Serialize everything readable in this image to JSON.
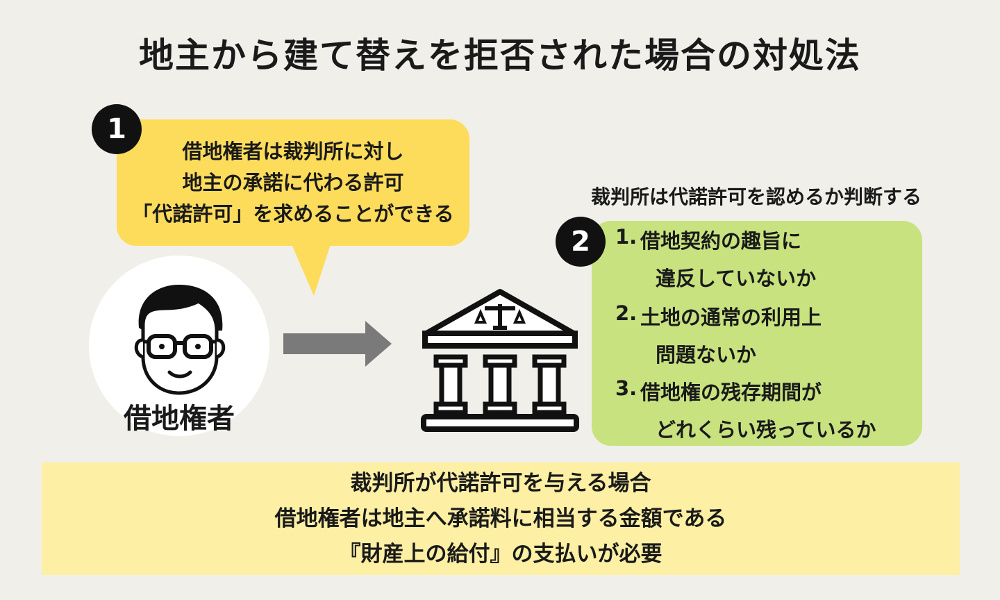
{
  "title": "地主から建て替えを拒否された場合の対処法",
  "step1": {
    "badge": "1",
    "lines": [
      "借地権者は裁判所に対し",
      "地主の承諾に代わる許可",
      "「代諾許可」を求めることができる"
    ]
  },
  "person": {
    "label": "借地権者",
    "icon": "person-with-glasses-icon"
  },
  "court": {
    "icon": "courthouse-scales-icon"
  },
  "step2": {
    "badge": "2",
    "caption": "裁判所は代諾許可を認めるか判断する",
    "criteria": [
      {
        "num": "1.",
        "line1": "借地契約の趣旨に",
        "line2": "違反していないか"
      },
      {
        "num": "2.",
        "line1": "土地の通常の利用上",
        "line2": "問題ないか"
      },
      {
        "num": "3.",
        "line1": "借地権の残存期間が",
        "line2": "どれくらい残っているか"
      }
    ]
  },
  "bottom": {
    "lines": [
      "裁判所が代諾許可を与える場合",
      "借地権者は地主へ承諾料に相当する金額である",
      "『財産上の給付』の支払いが必要"
    ]
  },
  "colors": {
    "background": "#f0efe9",
    "yellow_bubble": "#fddc5c",
    "green_box": "#c8e27f",
    "bottom_box": "#fdf0a4",
    "arrow": "#7a7a7a"
  }
}
